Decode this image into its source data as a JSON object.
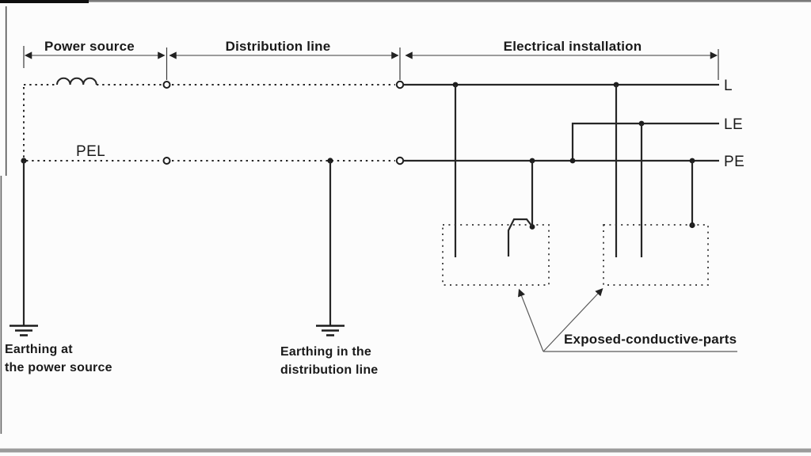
{
  "diagram": {
    "sections": {
      "power_source": "Power source",
      "distribution_line": "Distribution line",
      "electrical_installation": "Electrical installation"
    },
    "conductors": {
      "pel": "PEL",
      "l": "L",
      "le": "LE",
      "pe": "PE"
    },
    "annotations": {
      "earthing_source_line1": "Earthing at",
      "earthing_source_line2": "the power source",
      "earthing_distribution_line1": "Earthing in the",
      "earthing_distribution_line2": "distribution line",
      "exposed_parts": "Exposed-conductive-parts"
    },
    "icons": {
      "inductor": "inductor-coil-icon",
      "earth": "earth-ground-icon"
    },
    "colors": {
      "line": "#262626",
      "dimension": "#3c3c3c",
      "background": "#fcfcfc",
      "text": "#1a1a1a"
    }
  }
}
